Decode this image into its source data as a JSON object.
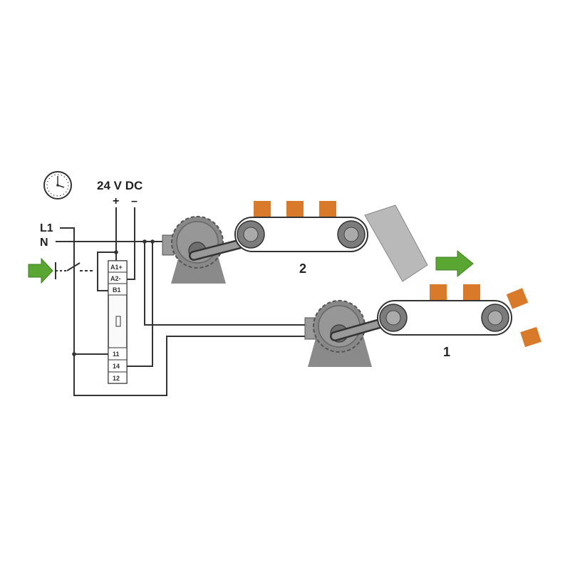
{
  "labels": {
    "supply": "24 V DC",
    "plus": "+",
    "minus": "–",
    "line": "L1",
    "neutral": "N",
    "conveyor_upper": "2",
    "conveyor_lower": "1"
  },
  "terminals": {
    "a1": "A1+",
    "a2": "A2-",
    "b1": "B1",
    "t11": "11",
    "t14": "14",
    "t12": "12"
  },
  "colors": {
    "package": "#d97a2b",
    "arrow": "#5aa632",
    "motor": "#8a8a8a",
    "chute": "#b9b9b9",
    "wire": "#333333"
  },
  "icons": [
    "clock-icon",
    "arrow-right-icon",
    "package-icon",
    "motor-icon"
  ]
}
